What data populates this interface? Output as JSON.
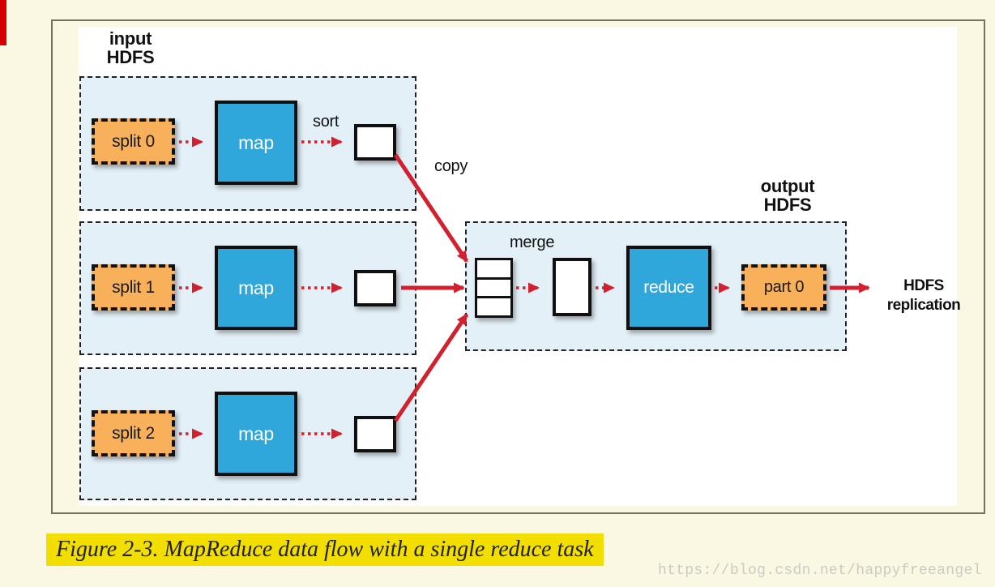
{
  "colors": {
    "page_background": "#FAF8E2",
    "panel_blue": "#E3F0F8",
    "box_blue": "#2FA7DB",
    "box_orange": "#F8B05A",
    "arrow_red": "#D1202E",
    "caption_highlight": "#F2DE00",
    "frame_border": "#72725E",
    "corner_marker_red": "#D60000"
  },
  "figure": {
    "input_hdfs": {
      "line1": "input",
      "line2": "HDFS"
    },
    "output_hdfs": {
      "line1": "output",
      "line2": "HDFS"
    },
    "rows": [
      {
        "split_label": "split 0",
        "map_label": "map"
      },
      {
        "split_label": "split 1",
        "map_label": "map"
      },
      {
        "split_label": "split 2",
        "map_label": "map"
      }
    ],
    "sort_label": "sort",
    "copy_label": "copy",
    "merge_label": "merge",
    "reduce_label": "reduce",
    "part_label": "part 0",
    "hdfs_replication": {
      "line1": "HDFS",
      "line2": "replication"
    }
  },
  "caption": "Figure 2-3. MapReduce data flow with a single reduce task",
  "watermark": "https://blog.csdn.net/happyfreeangel"
}
